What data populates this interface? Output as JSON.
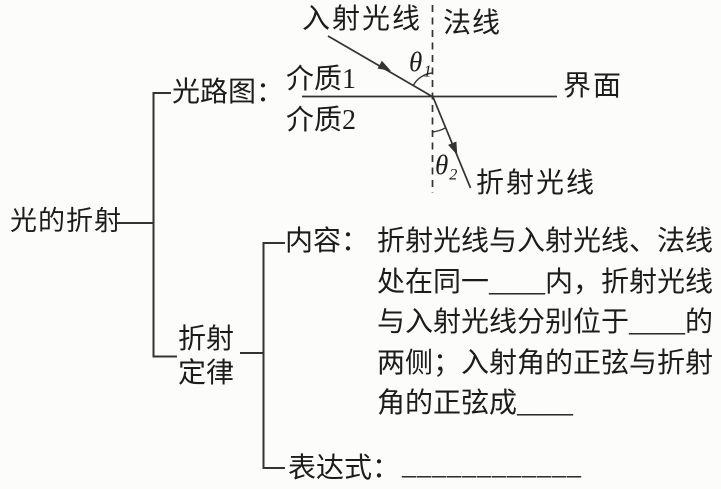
{
  "figure": {
    "root": {
      "label": "光的折射"
    },
    "light_path": {
      "label": "光路图："
    },
    "ray_diagram": {
      "incident_ray_label": "入射光线",
      "normal_label": "法线",
      "medium1_label": "介质1",
      "medium2_label": "介质2",
      "interface_label": "界面",
      "refracted_ray_label": "折射光线",
      "theta1_label": "θ₁",
      "theta2_label": "θ₂"
    },
    "refraction_law": {
      "label_lines": [
        "折射",
        "定律"
      ],
      "content": {
        "label": "内容：",
        "lines": [
          "折射光线与入射光线、法线",
          "处在同一____内，折射光线",
          "与入射光线分别位于____的",
          "两侧；入射角的正弦与折射",
          "角的正弦成____"
        ]
      },
      "expression": {
        "label": "表达式：",
        "blank": "____________"
      }
    },
    "colors": {
      "ink": "#1c1c1c",
      "line": "#333333",
      "background": "#fcfcfa"
    }
  }
}
